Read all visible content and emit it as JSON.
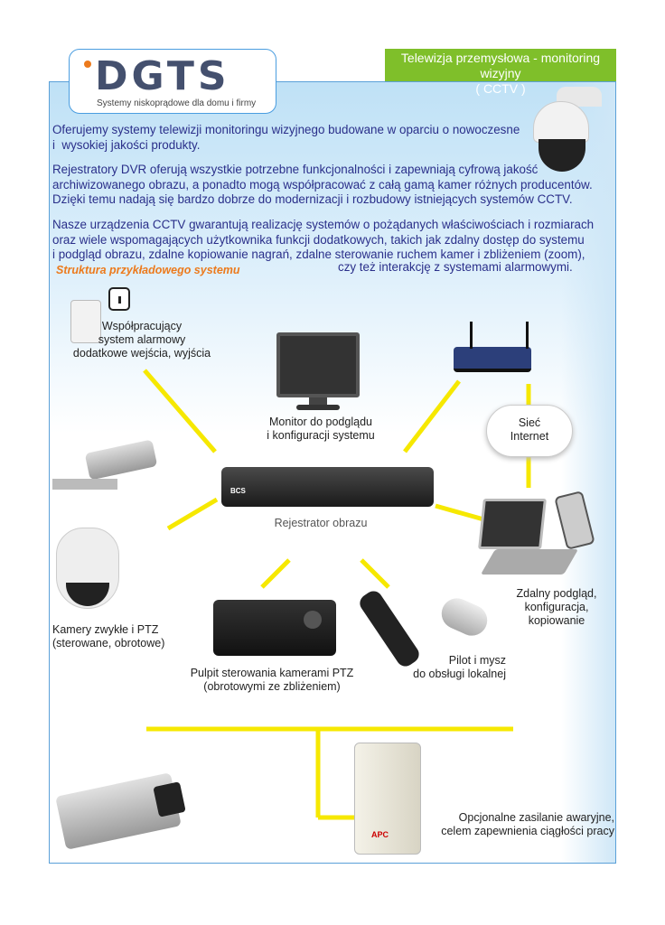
{
  "logo": {
    "brand": "DGTS",
    "tagline": "Systemy niskoprądowe dla domu i firmy"
  },
  "banner": {
    "line1": "Telewizja przemysłowa - monitoring wizyjny",
    "line2": "( CCTV )"
  },
  "paragraphs": [
    "Oferujemy systemy telewizji monitoringu wizyjnego budowane w oparciu o nowoczesne\ni  wysokiej jakości produkty.",
    "Rejestratory DVR oferują wszystkie potrzebne funkcjonalności i zapewniają cyfrową jakość\narchiwizowanego obrazu, a ponadto mogą współpracować z całą gamą kamer różnych producentów.\nDzięki temu nadają się bardzo dobrze do modernizacji i rozbudowy istniejących systemów CCTV.",
    "Nasze urządzenia CCTV gwarantują realizację systemów o pożądanych właściwościach i rozmiarach\noraz wiele wspomagających użytkownika funkcji dodatkowych, takich jak zdalny dostęp do systemu\ni podgląd obrazu, zdalne kopiowanie nagrań, zdalne sterowanie ruchem kamer i zbliżeniem (zoom),",
    "czy też interakcję z systemami alarmowymi."
  ],
  "section_title": "Struktura przykładowego systemu",
  "labels": {
    "alarm": "Współpracujący\nsystem alarmowy\ndodatkowe wejścia, wyjścia",
    "monitor": "Monitor do podglądu\ni konfiguracji systemu",
    "internet": "Sieć\nInternet",
    "dvr": "Rejestrator obrazu",
    "cameras": "Kamery zwykłe i PTZ\n(sterowane, obrotowe)",
    "remote": "Zdalny podgląd,\nkonfiguracja,\nkopiowanie",
    "keyboard": "Pulpit sterowania kamerami PTZ\n(obrotowymi ze zbliżeniem)",
    "mouse": "Pilot i mysz\ndo obsługi lokalnej",
    "ups": "Opcjonalne zasilanie awaryjne,\ncelem zapewnienia ciągłości pracy"
  },
  "device_marks": {
    "dvr_brand": "BCS",
    "ups_brand": "APC"
  },
  "colors": {
    "accent": "#7fbf2a",
    "text": "#2a2f8a",
    "orange": "#ec7a1c",
    "line": "#f6e800"
  }
}
